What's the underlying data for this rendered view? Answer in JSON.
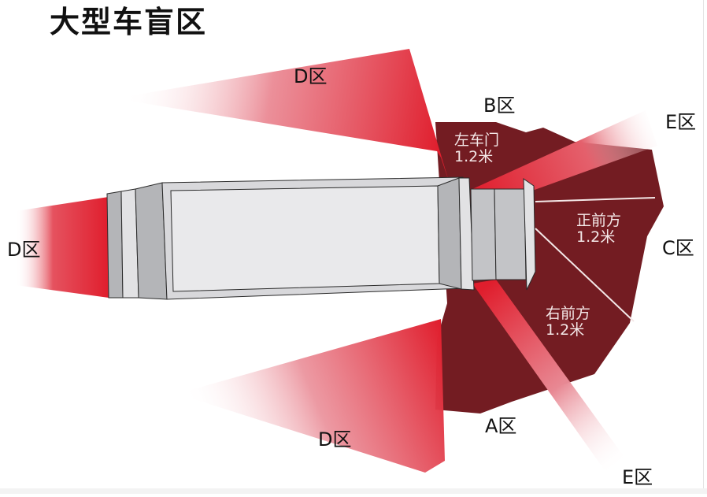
{
  "title": "大型车盲区",
  "zones": {
    "d_top": "D区",
    "d_left": "D区",
    "d_bottom": "D区",
    "b": "B区",
    "e_top": "E区",
    "c": "C区",
    "a": "A区",
    "e_bottom": "E区"
  },
  "inner_labels": {
    "left_door": {
      "name": "左车门",
      "distance": "1.2米"
    },
    "front": {
      "name": "正前方",
      "distance": "1.2米"
    },
    "right_front": {
      "name": "右前方",
      "distance": "1.2米"
    }
  },
  "colors": {
    "dark_zone": "#731c22",
    "bright_red": "#e01e2d",
    "truck_light": "#e6e6e8",
    "truck_mid": "#b4b5b8",
    "outline": "#2a2a2a"
  }
}
